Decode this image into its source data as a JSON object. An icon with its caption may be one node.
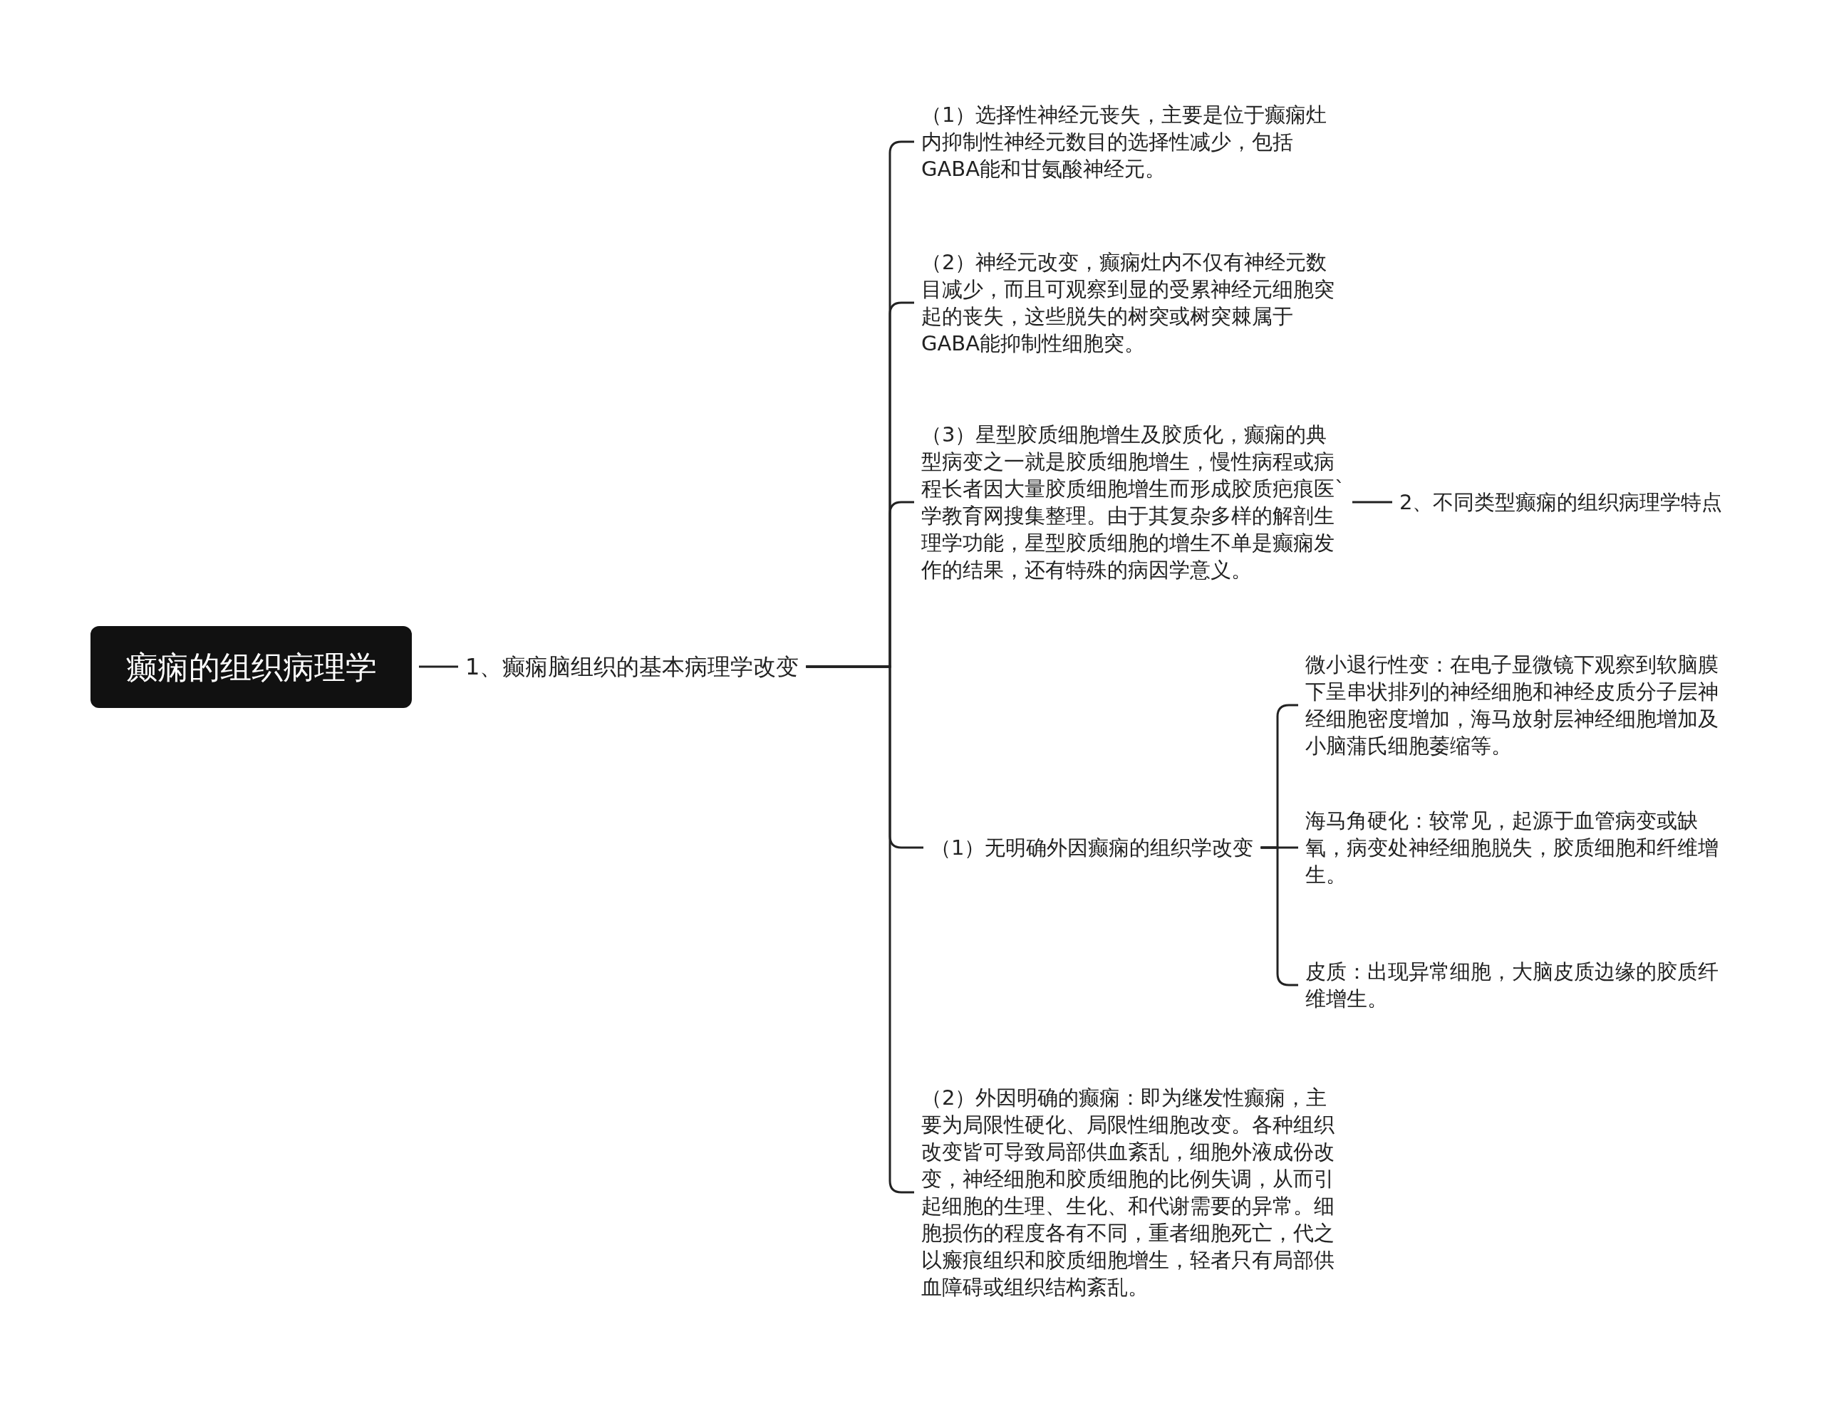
{
  "diagram": {
    "nodes": [
      {
        "text": [
          "癫痫的组织病理学"
        ]
      },
      {
        "text": [
          "1、癫痫脑组织的基本病理学改变"
        ]
      },
      {
        "text": [
          "（1）选择性神经元丧失，主要是位于癫痫灶内抑制性神经元数目的选择性减少，包括GABA能和甘氨酸神经元。"
        ]
      },
      {
        "text": [
          "（2）神经元改变，癫痫灶内不仅有神经元数目减少，而且可观察到显的受累神经元细胞突起的丧失，这些脱失的树突或树突棘属于GABA能抑制性细胞突。"
        ]
      },
      {
        "text": [
          "（3）星型胶质细胞增生及胶质化，癫痫的典型病变之一就是胶质细胞增生，慢性病程或病程长者因大量胶质细胞增生而形成胶质疤痕医`学教育网搜集整理。由于其复杂多样的解剖生理学功能，星型胶质细胞的增生不单是癫痫发作的结果，还有特殊的病因学意义。"
        ]
      },
      {
        "text": [
          "2、不同类型癫痫的组织病理学特点"
        ]
      },
      {
        "text": [
          "（1）无明确外因癫痫的组织学改变"
        ]
      },
      {
        "text": [
          "微小退行性变：在电子显微镜下观察到软脑膜下呈串状排列的神经细胞和神经皮质分子层神经细胞密度增加，海马放射层神经细胞增加及小脑蒲氏细胞萎缩等。"
        ]
      },
      {
        "text": [
          "海马角硬化：较常见，起源于血管病变或缺氧，病变处神经细胞脱失，胶质细胞和纤维增生。"
        ]
      },
      {
        "text": [
          "皮质：出现异常细胞，大脑皮质边缘的胶质纤维增生。"
        ]
      },
      {
        "text": [
          "（2）外因明确的癫痫：即为继发性癫痫，主要为局限性硬化、局限性细胞改变。各种组织改变皆可导致局部供血紊乱，细胞外液成份改变，神经细胞和胶质细胞的比例失调，从而引起细胞的生理、生化、和代谢需要的异常。细胞损伤的程度各有不同，重者细胞死亡，代之以瘢痕组织和胶质细胞增生，轻者只有局部供血障碍或组织结构紊乱。"
        ]
      }
    ],
    "edges": [
      {
        "from": 0,
        "to": 1,
        "arrow": "none"
      },
      {
        "from": 1,
        "to": 2,
        "arrow": "none"
      },
      {
        "from": 1,
        "to": 3,
        "arrow": "none"
      },
      {
        "from": 1,
        "to": 4,
        "arrow": "none"
      },
      {
        "from": 1,
        "to": 6,
        "arrow": "none"
      },
      {
        "from": 1,
        "to": 10,
        "arrow": "none"
      },
      {
        "from": 4,
        "to": 5,
        "arrow": "none"
      },
      {
        "from": 6,
        "to": 7,
        "arrow": "none"
      },
      {
        "from": 6,
        "to": 8,
        "arrow": "none"
      },
      {
        "from": 6,
        "to": 9,
        "arrow": "none"
      }
    ]
  }
}
